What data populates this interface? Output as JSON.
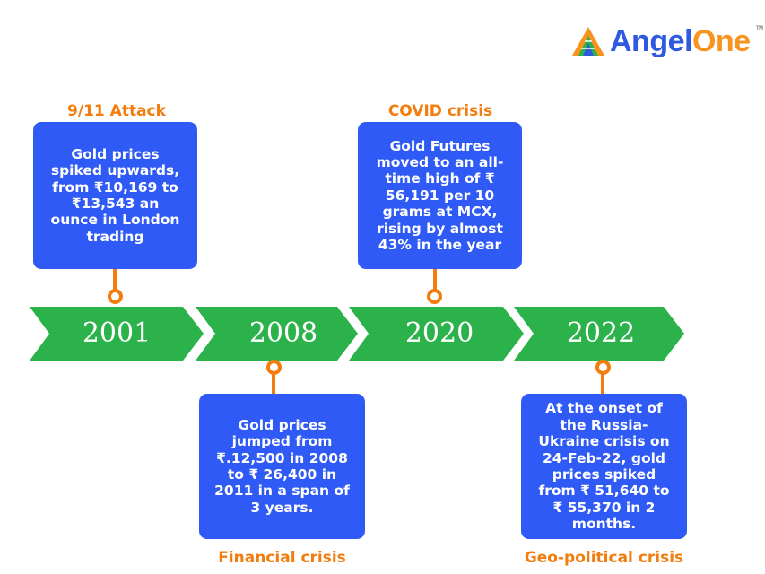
{
  "logo": {
    "text_angel": "Angel",
    "text_one": "One",
    "tm": "TM"
  },
  "colors": {
    "card": "#2f5af5",
    "accent": "#f27c0d",
    "arrow": "#2bb24a"
  },
  "timeline": [
    {
      "year": "2001",
      "event": "9/11 Attack",
      "text": "Gold prices spiked upwards, from ₹10,169 to ₹13,543 an ounce in London trading"
    },
    {
      "year": "2008",
      "event": "Financial crisis",
      "text": "Gold prices jumped from ₹.12,500 in 2008 to ₹ 26,400 in 2011 in a span of 3 years."
    },
    {
      "year": "2020",
      "event": "COVID crisis",
      "text": "Gold Futures moved to an all-time high of ₹ 56,191 per 10 grams at MCX, rising by almost 43% in the year"
    },
    {
      "year": "2022",
      "event": "Geo-political crisis",
      "text": "At the onset of the Russia-Ukraine crisis on 24-Feb-22, gold prices spiked from ₹ 51,640 to ₹ 55,370 in 2 months."
    }
  ]
}
